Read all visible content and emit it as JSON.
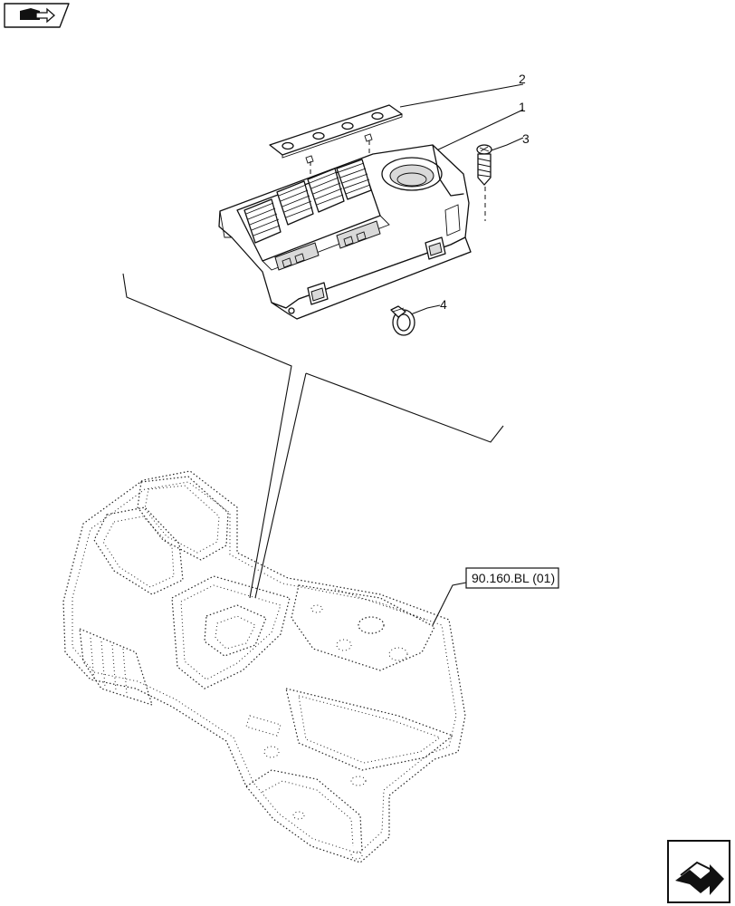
{
  "callouts": {
    "item_1": "1",
    "item_2": "2",
    "item_3": "3",
    "item_4": "4"
  },
  "reference": {
    "label": "90.160.BL (01)"
  },
  "icons": {
    "top_left": "book-arrow-icon",
    "bottom_right": "next-page-arrow-icon"
  }
}
